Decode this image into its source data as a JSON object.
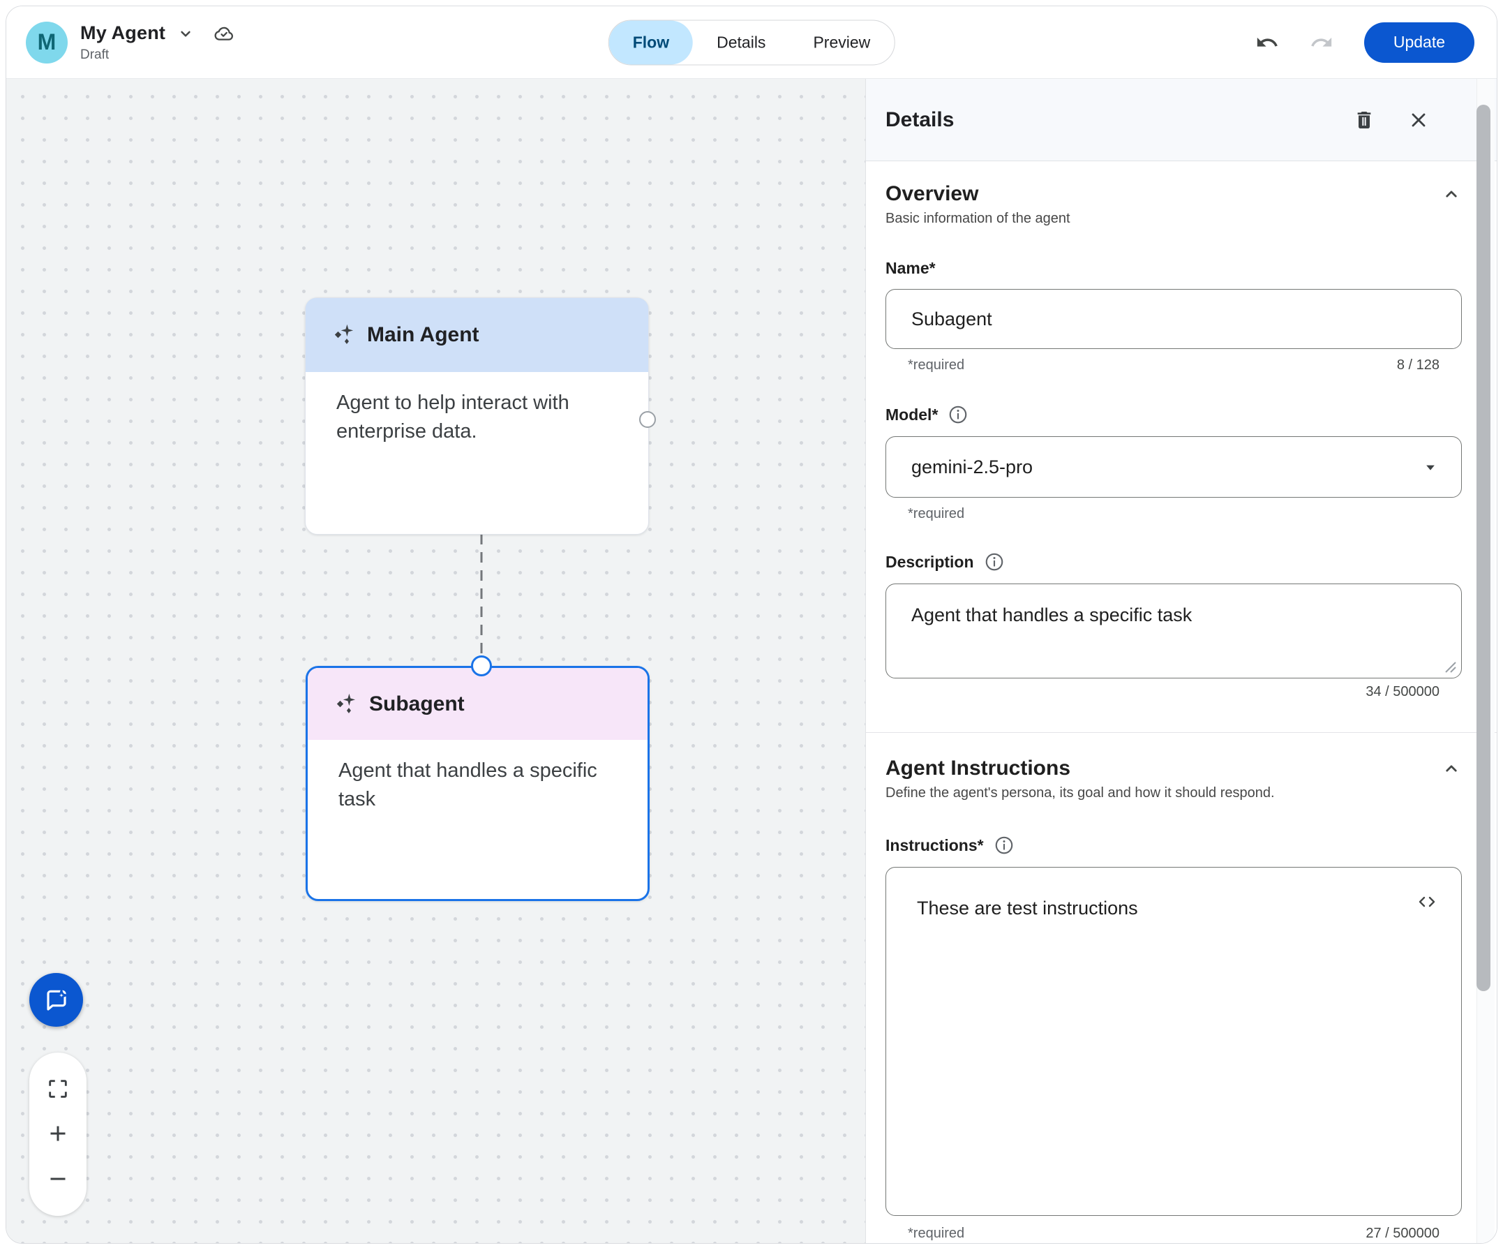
{
  "header": {
    "avatar_letter": "M",
    "title": "My Agent",
    "status": "Draft",
    "tabs": [
      {
        "label": "Flow"
      },
      {
        "label": "Details"
      },
      {
        "label": "Preview"
      }
    ],
    "update_label": "Update"
  },
  "canvas": {
    "nodes": [
      {
        "title": "Main Agent",
        "description": "Agent to help interact with enterprise data."
      },
      {
        "title": "Subagent",
        "description": "Agent that handles a specific task"
      }
    ]
  },
  "panel": {
    "title": "Details",
    "overview": {
      "heading": "Overview",
      "subheading": "Basic information of the agent",
      "name": {
        "label": "Name*",
        "value": "Subagent",
        "required": "*required",
        "counter": "8 / 128"
      },
      "model": {
        "label": "Model*",
        "value": "gemini-2.5-pro",
        "required": "*required"
      },
      "description": {
        "label": "Description",
        "value": "Agent that handles a specific task",
        "counter": "34 / 500000"
      }
    },
    "instructions": {
      "heading": "Agent Instructions",
      "subheading": "Define the agent's persona, its goal and how it should respond.",
      "label": "Instructions*",
      "value": "These are test instructions",
      "required": "*required",
      "counter": "27 / 500000"
    }
  },
  "colors": {
    "accent_blue": "#0b57d0",
    "tab_active_bg": "#c2e7ff",
    "tab_active_text": "#004a77",
    "node_main_header": "#cfe0f8",
    "node_sub_header": "#f7e6f9",
    "node_selected_border": "#1a73e8",
    "avatar_bg": "#7fd8ec",
    "avatar_text": "#0f6674"
  }
}
